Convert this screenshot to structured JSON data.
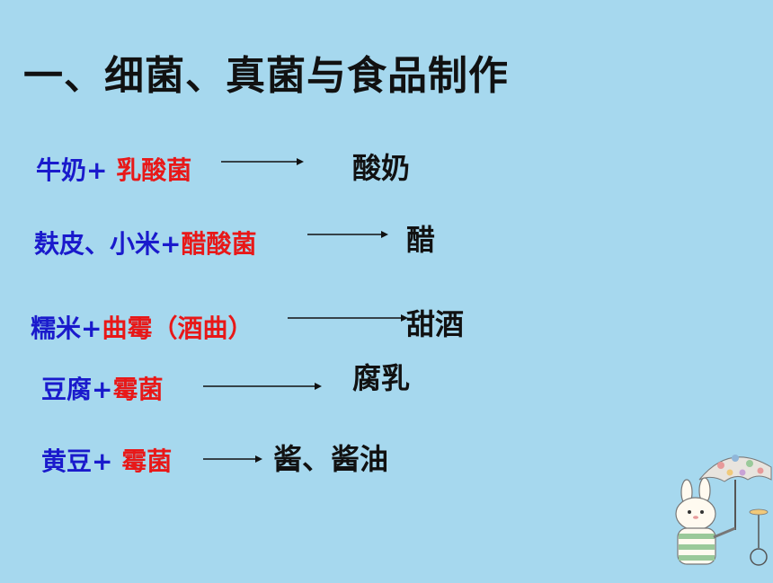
{
  "title": "一、细菌、真菌与食品制作",
  "rows": [
    {
      "material": "牛奶+",
      "microbe": " 乳酸菌",
      "product": "酸奶"
    },
    {
      "material": "麸皮、小米+",
      "microbe": "醋酸菌",
      "product": "醋"
    },
    {
      "material": "糯米+",
      "microbe": "曲霉（酒曲）",
      "product": "甜酒"
    },
    {
      "material": "豆腐+",
      "microbe": "霉菌",
      "product": "腐乳"
    },
    {
      "material": "黄豆+",
      "microbe": " 霉菌",
      "product": "酱、酱油"
    }
  ],
  "colors": {
    "background": "#a6d8ee",
    "material": "#1a1acc",
    "microbe": "#e81818",
    "product": "#111111"
  },
  "decoration": {
    "icon": "bunny-with-umbrella-icon"
  }
}
